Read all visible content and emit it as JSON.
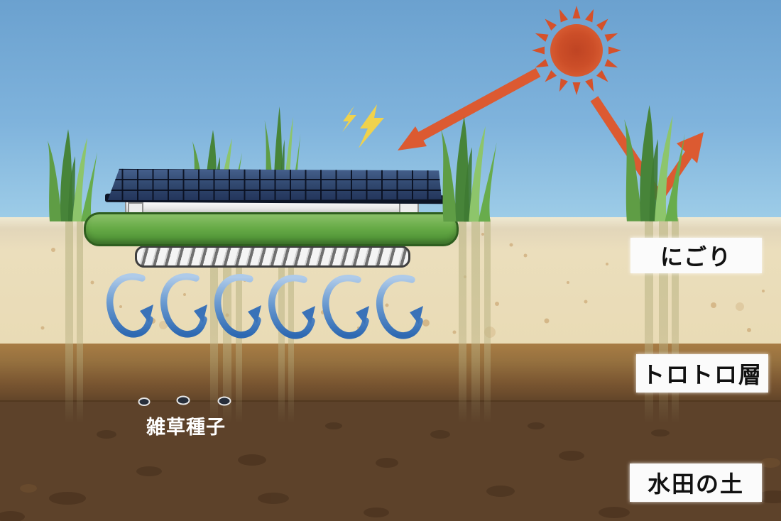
{
  "labels": {
    "turbidity": "にごり",
    "mud_layer": "トロトロ層",
    "paddy_soil": "水田の土",
    "weed_seeds": "雑草種子"
  },
  "colors": {
    "sky_top": "#6BA1CF",
    "sky_bottom": "#9ECDE8",
    "turbid_water": "#E9DBB5",
    "mud_layer_top": "#A87C44",
    "mud_layer_bottom": "#614429",
    "paddy_soil": "#5D422A",
    "sun": "#D5512A",
    "sunbeam_arrow": "#DC5A31",
    "lightning": "#F0D24C",
    "swirl_arrow": "#3A72B8",
    "robot_body_green": "#67AB47",
    "solar_panel_blue": "#31486F",
    "rice_plant_green": "#68AC4C",
    "label_background": "#FBFBFB",
    "label_text": "#111111",
    "weed_seeds_label_text": "#FFFFFF"
  },
  "icons": {
    "sun-icon": "circle-with-triangular-rays",
    "sunbeam-arrow-icon": "thick-diagonal-arrow",
    "reflected-beam-arrow-icon": "bent-bounce-arrow",
    "lightning-icon": "yellow-bolt",
    "water-swirl-arrow-icon": "curved-c-arrow",
    "weed-seed-icon": "dark-ellipse"
  }
}
